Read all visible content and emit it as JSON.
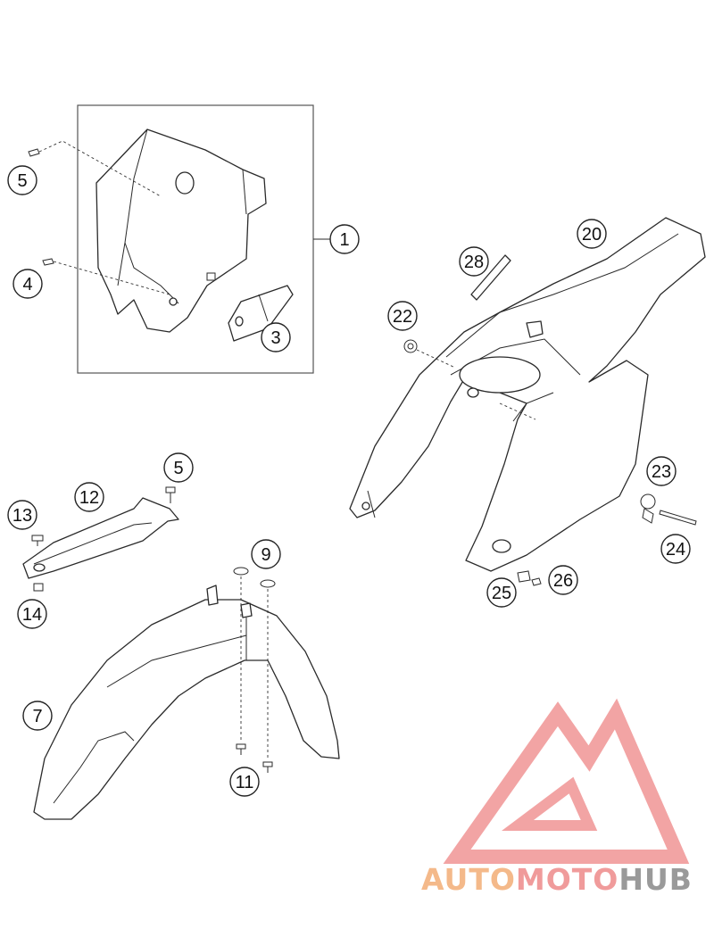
{
  "callouts": [
    {
      "id": "c1",
      "label": "1"
    },
    {
      "id": "c3",
      "label": "3"
    },
    {
      "id": "c4",
      "label": "4"
    },
    {
      "id": "c5a",
      "label": "5"
    },
    {
      "id": "c5b",
      "label": "5"
    },
    {
      "id": "c7",
      "label": "7"
    },
    {
      "id": "c9",
      "label": "9"
    },
    {
      "id": "c11",
      "label": "11"
    },
    {
      "id": "c12",
      "label": "12"
    },
    {
      "id": "c13",
      "label": "13"
    },
    {
      "id": "c14",
      "label": "14"
    },
    {
      "id": "c20",
      "label": "20"
    },
    {
      "id": "c22",
      "label": "22"
    },
    {
      "id": "c23",
      "label": "23"
    },
    {
      "id": "c24",
      "label": "24"
    },
    {
      "id": "c25",
      "label": "25"
    },
    {
      "id": "c26",
      "label": "26"
    },
    {
      "id": "c28",
      "label": "28"
    }
  ],
  "watermark": {
    "part1": "AUTO",
    "part2": "MOTO",
    "part3": "HUB",
    "color1": "#f4b98a",
    "color2": "#f09b9b",
    "color3": "#9a9a9a",
    "emblem_color": "#f2a4a4"
  }
}
